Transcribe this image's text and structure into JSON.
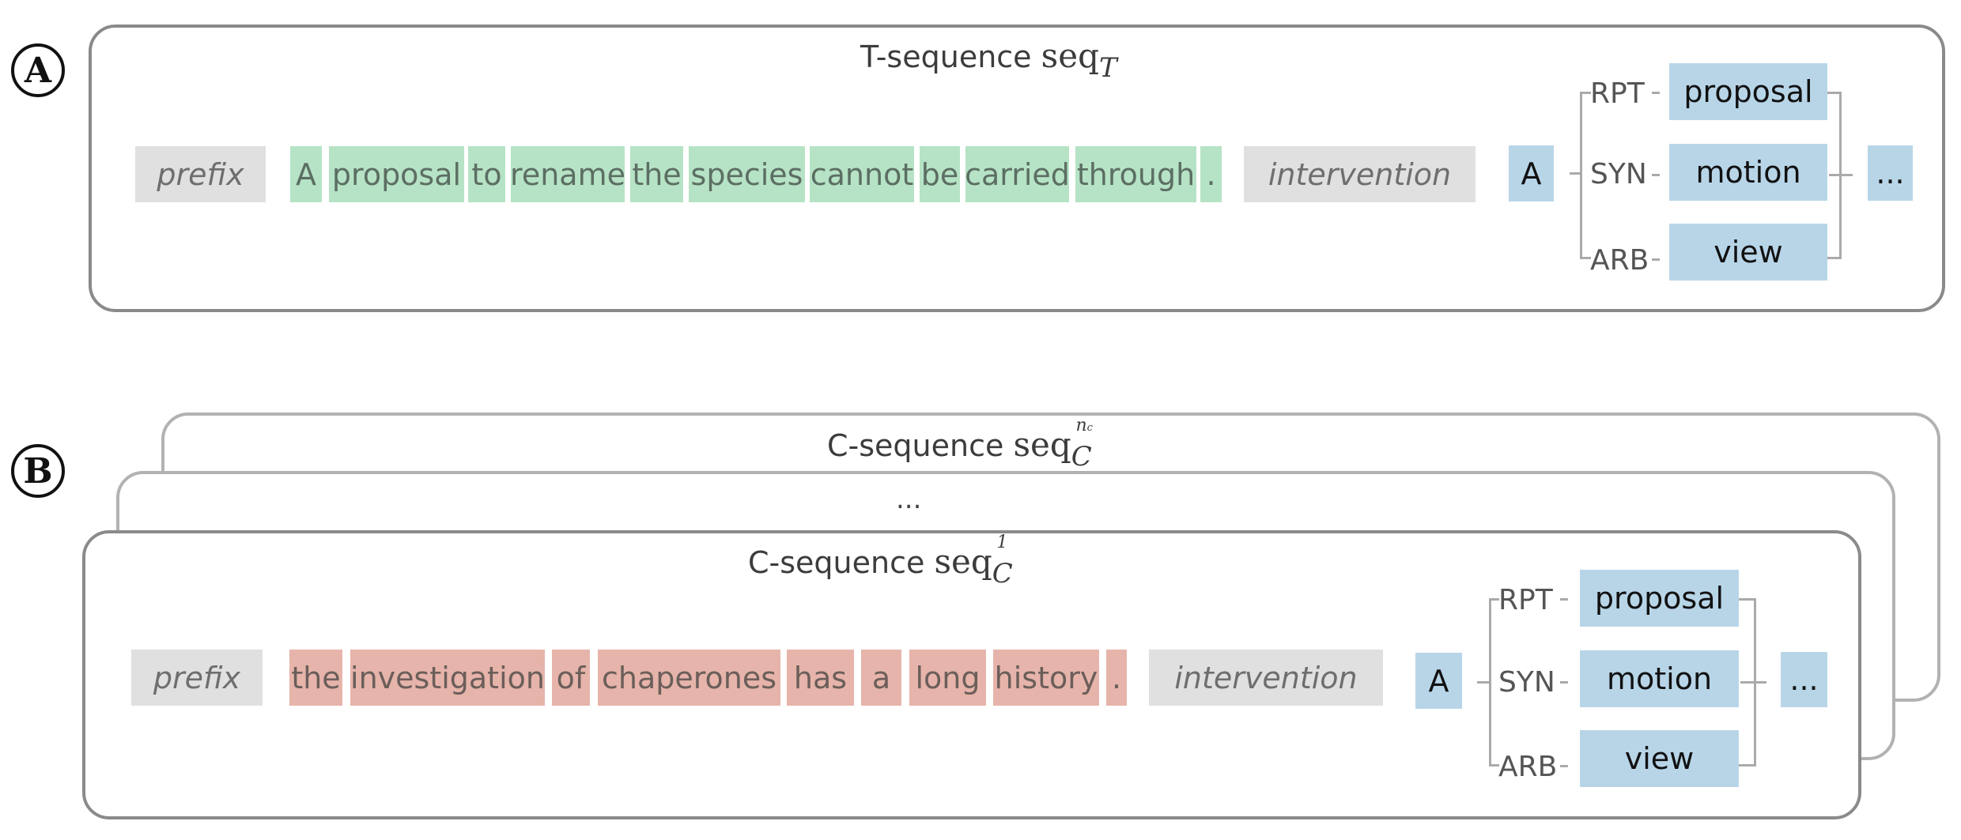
{
  "panel_a": {
    "marker": "A",
    "title_text": "T-sequence",
    "title_seq": "seq",
    "title_sub": "T",
    "prefix": "prefix",
    "tokens": [
      "A",
      "proposal",
      "to",
      "rename",
      "the",
      "species",
      "cannot",
      "be",
      "carried",
      "through",
      "."
    ],
    "intervention": "intervention",
    "target": "A",
    "branches": [
      {
        "tag": "RPT",
        "word": "proposal"
      },
      {
        "tag": "SYN",
        "word": "motion"
      },
      {
        "tag": "ARB",
        "word": "view"
      }
    ],
    "ellipsis": "..."
  },
  "panel_b": {
    "marker": "B",
    "back_title_text": "C-sequence",
    "back_title_seq": "seq",
    "back_title_sub": "C",
    "back_title_sup": "n",
    "back_title_sup_sub": "c",
    "middle_dots": "...",
    "title_text": "C-sequence",
    "title_seq": "seq",
    "title_sub": "C",
    "title_sup": "1",
    "prefix": "prefix",
    "tokens": [
      "the",
      "investigation",
      "of",
      "chaperones",
      "has",
      "a",
      "long",
      "history",
      "."
    ],
    "intervention": "intervention",
    "target": "A",
    "branches": [
      {
        "tag": "RPT",
        "word": "proposal"
      },
      {
        "tag": "SYN",
        "word": "motion"
      },
      {
        "tag": "ARB",
        "word": "view"
      }
    ],
    "ellipsis": "..."
  },
  "colors": {
    "target_token": "#b6e3c5",
    "context_token": "#e6b4aa",
    "placeholder": "#e0e0e0",
    "intervention_word": "#b8d5e8"
  }
}
